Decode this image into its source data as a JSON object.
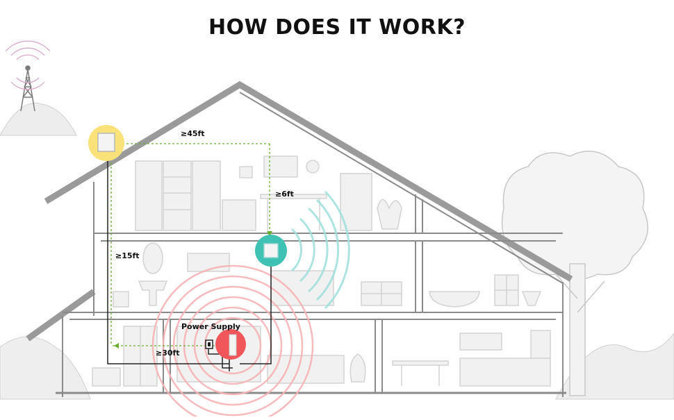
{
  "title": "HOW DOES IT WORK?",
  "labels": {
    "outdoor_to_indoor": "≥45ft",
    "vertical_drop": "≥6ft",
    "outdoor_height": "≥15ft",
    "cable_run": "≥30ft",
    "power_supply": "Power Supply"
  },
  "colors": {
    "outdoor_antenna": "#f9e27a",
    "indoor_antenna": "#3fc1b4",
    "booster": "#f0565a",
    "cable_guide": "#6aae2f",
    "house_line": "#8a8a8a",
    "furniture": "#d6d6d6",
    "signal_teal": "#7fd6cf",
    "signal_red": "#f5a0a3"
  },
  "icons": [
    "cell-tower-icon",
    "outdoor-antenna-icon",
    "indoor-antenna-icon",
    "signal-booster-icon",
    "power-supply-icon",
    "tree-icon"
  ]
}
